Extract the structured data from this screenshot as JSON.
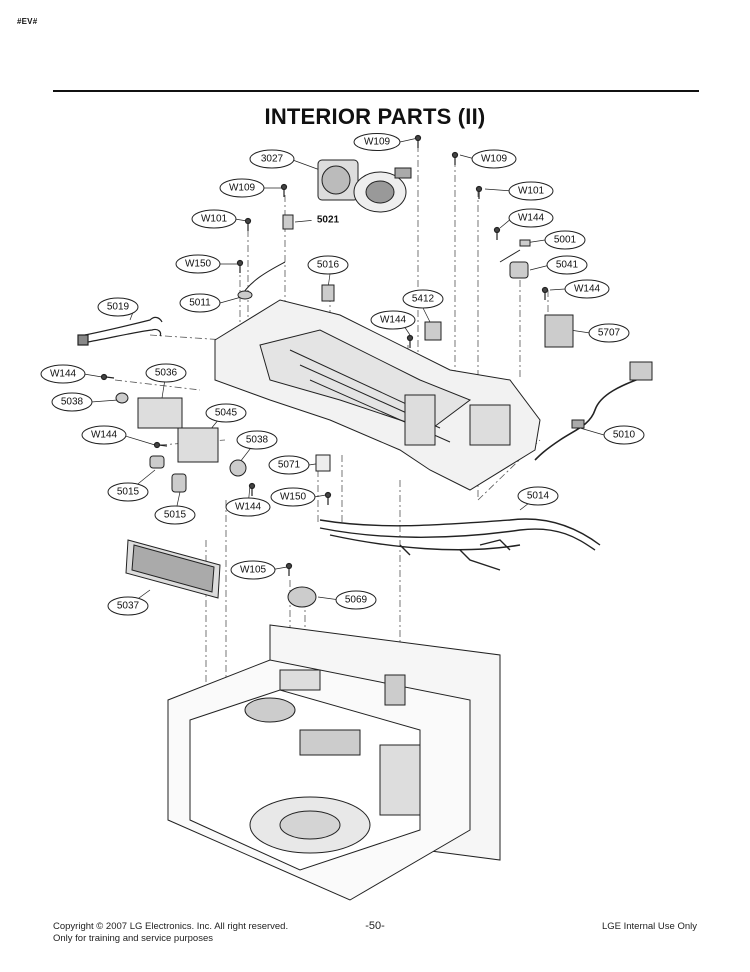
{
  "header": {
    "corner_mark": "#EV#",
    "title": "INTERIOR PARTS (II)"
  },
  "callouts": [
    {
      "id": "W109-top",
      "text": "W109"
    },
    {
      "id": "3027",
      "text": "3027"
    },
    {
      "id": "W109-right",
      "text": "W109"
    },
    {
      "id": "W109-left",
      "text": "W109"
    },
    {
      "id": "W101-right",
      "text": "W101"
    },
    {
      "id": "W101-left",
      "text": "W101"
    },
    {
      "id": "5021",
      "text": "5021"
    },
    {
      "id": "W144-a",
      "text": "W144"
    },
    {
      "id": "5001",
      "text": "5001"
    },
    {
      "id": "W150-a",
      "text": "W150"
    },
    {
      "id": "5016",
      "text": "5016"
    },
    {
      "id": "5041",
      "text": "5041"
    },
    {
      "id": "W144-b",
      "text": "W144"
    },
    {
      "id": "5011",
      "text": "5011"
    },
    {
      "id": "5412",
      "text": "5412"
    },
    {
      "id": "5019",
      "text": "5019"
    },
    {
      "id": "W144-c",
      "text": "W144"
    },
    {
      "id": "5707",
      "text": "5707"
    },
    {
      "id": "W144-d",
      "text": "W144"
    },
    {
      "id": "5036",
      "text": "5036"
    },
    {
      "id": "5038-a",
      "text": "5038"
    },
    {
      "id": "5045",
      "text": "5045"
    },
    {
      "id": "5010",
      "text": "5010"
    },
    {
      "id": "W144-e",
      "text": "W144"
    },
    {
      "id": "5038-b",
      "text": "5038"
    },
    {
      "id": "5071",
      "text": "5071"
    },
    {
      "id": "5015-a",
      "text": "5015"
    },
    {
      "id": "W150-b",
      "text": "W150"
    },
    {
      "id": "5014",
      "text": "5014"
    },
    {
      "id": "W144-f",
      "text": "W144"
    },
    {
      "id": "5015-b",
      "text": "5015"
    },
    {
      "id": "W105",
      "text": "W105"
    },
    {
      "id": "5069",
      "text": "5069"
    },
    {
      "id": "5037",
      "text": "5037"
    }
  ],
  "footer": {
    "copyright": "Copyright © 2007 LG Electronics. Inc. All right reserved.",
    "training_note": "Only for training and service purposes",
    "page_number": "-50-",
    "internal_note": "LGE Internal Use Only"
  }
}
